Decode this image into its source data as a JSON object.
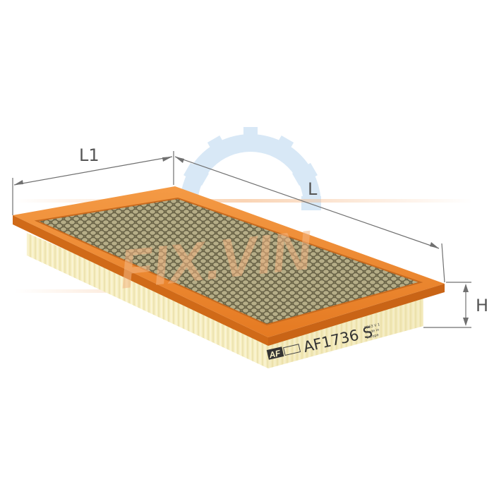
{
  "dimensions": {
    "l1_label": "L1",
    "l_label": "L",
    "h_label": "H"
  },
  "watermark": {
    "text": "FIX.VIN"
  },
  "product": {
    "brand_logo_text": "AF",
    "model_code": "AF1736 S",
    "small_print": [
      "0563 V 1",
      "Made in",
      "Europe"
    ]
  },
  "colors": {
    "frame": "#F08A2E",
    "frame_shadow": "#D86E1A",
    "mesh": "#8C8462",
    "pleats": "#F5EDBE",
    "dimension_lines": "#707070",
    "watermark_gear": "#A9CBEA",
    "watermark_text": "#F2B27A"
  }
}
